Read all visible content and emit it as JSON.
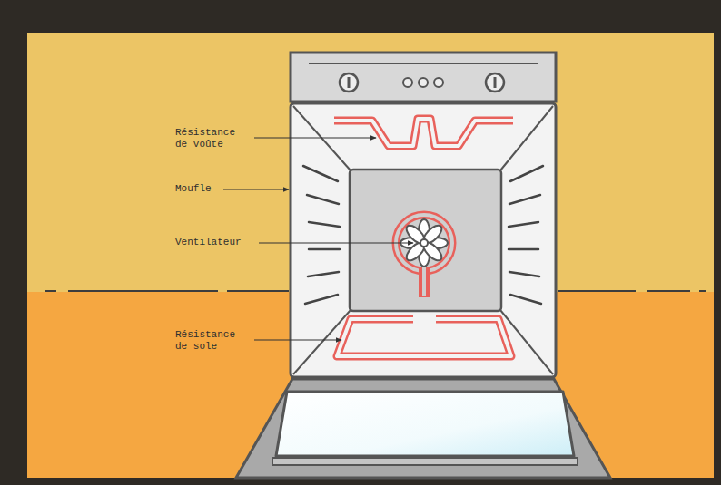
{
  "diagram": {
    "labels": [
      "Résistance de voûte",
      "Moufle",
      "Ventilateur",
      "Résistance de sole"
    ]
  }
}
